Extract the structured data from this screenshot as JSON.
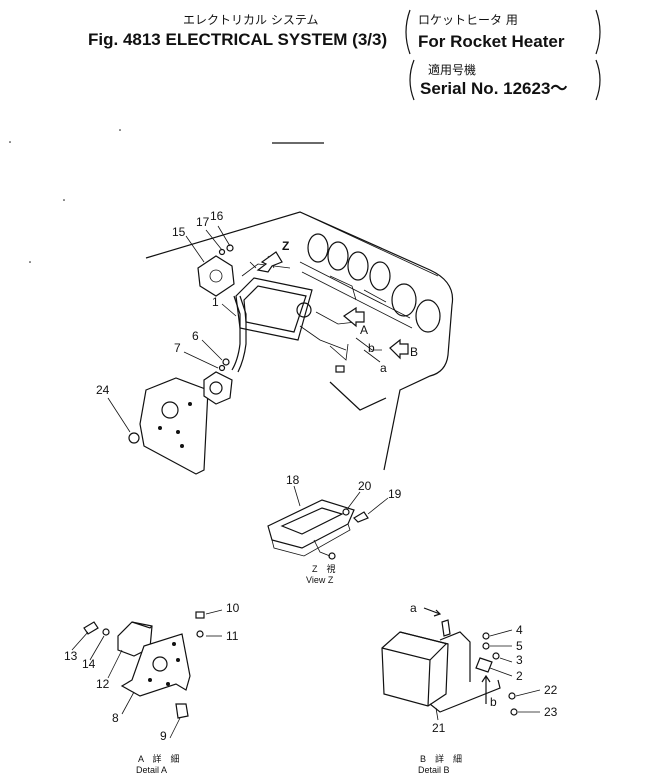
{
  "header": {
    "title_jp": "エレクトリカル システム",
    "title": "Fig. 4813 ELECTRICAL SYSTEM (3/3)",
    "variant_jp": "ロケットヒータ 用",
    "variant": "For Rocket Heater",
    "serial_jp": "適用号機",
    "serial": "Serial No. 12623～"
  },
  "callouts": {
    "c1": "1",
    "c2": "2",
    "c3": "3",
    "c4": "4",
    "c5": "5",
    "c6": "6",
    "c7": "7",
    "c8": "8",
    "c9": "9",
    "c10": "10",
    "c11": "11",
    "c12": "12",
    "c13": "13",
    "c14": "14",
    "c15": "15",
    "c16": "16",
    "c17": "17",
    "c18": "18",
    "c19": "19",
    "c20": "20",
    "c21": "21",
    "c22": "22",
    "c23": "23",
    "c24": "24"
  },
  "markers": {
    "view_z": "Z",
    "ref_a": "A",
    "ref_b": "B",
    "ref_a_lower": "a",
    "ref_b_lower": "b"
  },
  "captions": {
    "view_z_jp": "Z　視",
    "view_z": "View Z",
    "detail_a_jp": "A　詳　細",
    "detail_a": "Detail A",
    "detail_b_jp": "B　詳　細",
    "detail_b": "Detail B"
  }
}
